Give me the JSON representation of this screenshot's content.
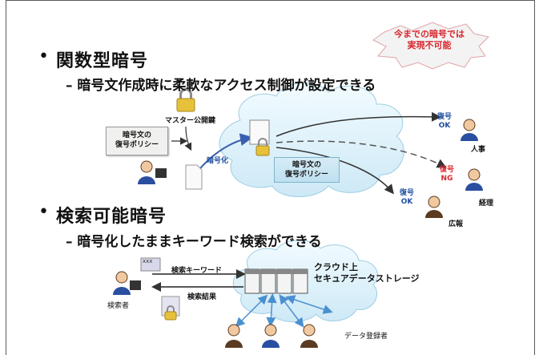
{
  "callout": {
    "line1": "今までの暗号では",
    "line2": "実現不可能"
  },
  "section1": {
    "bullet": "•",
    "title": "関数型暗号",
    "subtitle": "– 暗号文作成時に柔軟なアクセス制御が設定できる"
  },
  "diagram1": {
    "master_key_label": "マスター公開鍵",
    "policy_scroll": {
      "line1": "暗号文の",
      "line2": "復号ポリシー"
    },
    "encrypt_label": "暗号化",
    "cloud_scroll": {
      "line1": "暗号文の",
      "line2": "復号ポリシー"
    },
    "hr": {
      "status1": "復号",
      "status2": "OK",
      "role": "人事"
    },
    "accounting": {
      "status1": "復号",
      "status2": "NG",
      "role": "経理"
    },
    "pr": {
      "status1": "復号",
      "status2": "OK",
      "role": "広報"
    }
  },
  "section2": {
    "bullet": "•",
    "title": "検索可能暗号",
    "subtitle": "– 暗号化したままキーワード検索ができる"
  },
  "diagram2": {
    "doc_text": "xxx",
    "keyword_label": "検索キーワード",
    "result_label": "検索結果",
    "searcher_label": "検索者",
    "cloud_line1": "クラウド上",
    "cloud_line2": "セキュアデータストレージ",
    "registrant_label": "データ登録者"
  },
  "colors": {
    "accent_blue": "#1f4e9e",
    "alert_red": "#d8262c",
    "arrow_blue": "#3a5fb0"
  }
}
